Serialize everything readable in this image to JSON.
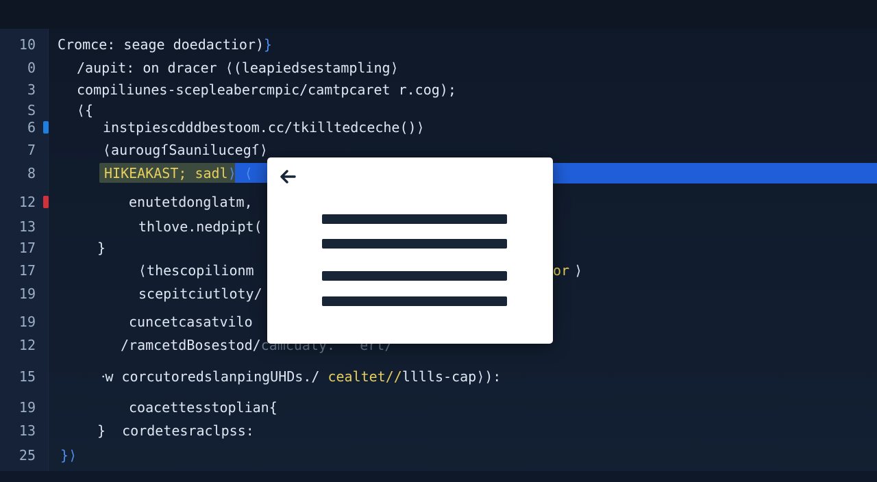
{
  "lines": [
    {
      "n": "10",
      "parts": [
        {
          "t": "Cromce: seage doedactior)"
        },
        {
          "t": "}",
          "c": "blue"
        }
      ]
    },
    {
      "n": "0",
      "parts": [
        {
          "t": "/aupit: on dracer ⟨(leapiedsestampling⟩"
        }
      ]
    },
    {
      "n": "3",
      "parts": [
        {
          "t": "compiliunes-scepleabercmpic/camtpcaret r.cog);"
        }
      ]
    },
    {
      "n": "S",
      "parts": [
        {
          "t": "⟨{"
        }
      ]
    },
    {
      "n": "6",
      "parts": [
        {
          "t": "instpiescdddbestoom.cc/tkilltedceche()⟩"
        }
      ]
    },
    {
      "n": "7",
      "parts": [
        {
          "t": "⟨aurougſSaunilucegſ⟩"
        }
      ]
    },
    {
      "n": "8",
      "parts": [
        {
          "t": "HIKEAKAST; sadl",
          "c": "yellow"
        },
        {
          "t": "⟩ ⟨",
          "c": "blue"
        }
      ]
    },
    {
      "n": "12",
      "parts": [
        {
          "t": "enutetdonglatm,"
        }
      ]
    },
    {
      "n": "13",
      "parts": [
        {
          "t": "thlove.nedpipt("
        }
      ]
    },
    {
      "n": "17",
      "parts": [
        {
          "t": "}"
        }
      ]
    },
    {
      "n": "17",
      "parts": [
        {
          "t": "⟨thescopilionm"
        }
      ]
    },
    {
      "n": "19",
      "parts": [
        {
          "t": "scepitciutloty/"
        }
      ]
    },
    {
      "n": "19",
      "parts": [
        {
          "t": "cuncetcasatvilo"
        }
      ]
    },
    {
      "n": "12",
      "parts": [
        {
          "t": "/ramcetdBosestod/"
        },
        {
          "t": "camcuaty.   ert/",
          "c": "dim"
        }
      ]
    },
    {
      "n": "15",
      "parts": [
        {
          "t": "⸱w corcutoredslanpingUHDs./ "
        },
        {
          "t": "cealtet//",
          "c": "yellow"
        },
        {
          "t": "lllls-cap⟩):"
        }
      ]
    },
    {
      "n": "19",
      "parts": [
        {
          "t": "coacettesstoplian{"
        }
      ]
    },
    {
      "n": "13",
      "parts": [
        {
          "t": "}  cordetesraclpss:"
        }
      ]
    },
    {
      "n": "25",
      "parts": [
        {
          "t": "}⟩",
          "c": "blue"
        }
      ]
    }
  ],
  "fragments": {
    "right_of_popup": "or",
    "right_brace": "⟩"
  },
  "popup": {
    "back_icon": "arrow-left-icon",
    "menu_icon": "hamburger-menu-icon"
  },
  "colors": {
    "background": "#111a2a",
    "selection": "#1f5ed8",
    "popup": "#ffffff",
    "marker_blue": "#1e7fe0",
    "marker_red": "#d2313c"
  }
}
